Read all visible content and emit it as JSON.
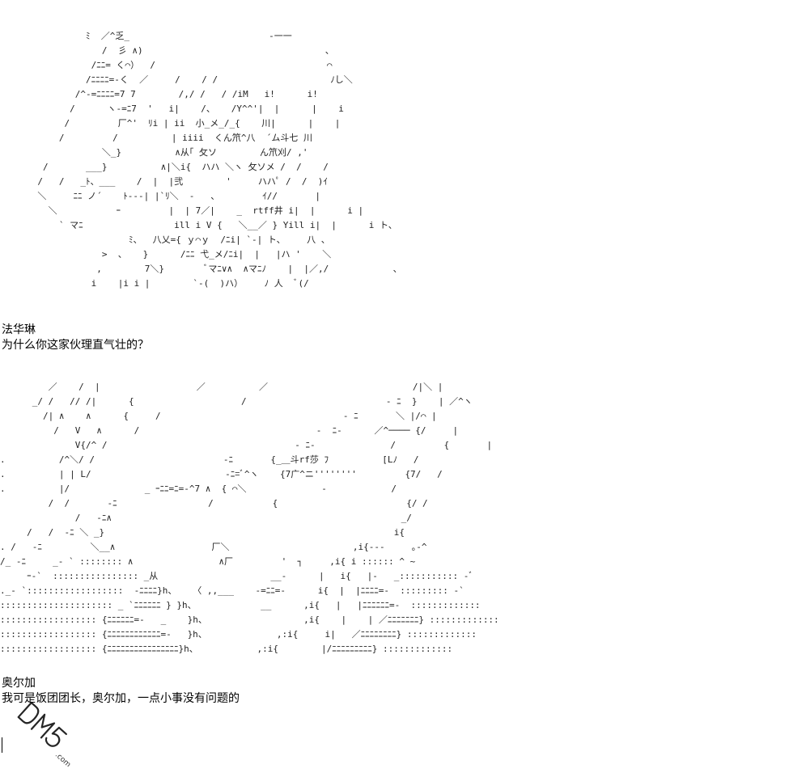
{
  "scene_1": {
    "art": "                ﾐ  ／^乏_                          -一一\n                   /  彡 ∧)                                  、\n                 /ﾆﾆ= く⌒）  /                                ⌒\n                /ﾆﾆﾆﾆ=-く  ／     /    / /                     ﾉし＼\n              /^-=ﾆﾆﾆﾆ=7 7        /,/ /   / /iM   i!      i!\n             /      ヽ-=ﾆ7  '   i|    /、   /Y^^'|  |      |    i\n            /         厂^'  ﾘi | ii  小_メ_/_{    川|      |    |\n           /         /          | iiii  くん笊^八  ´ム斗七 川\n                   ＼_}          ∧从｢ 攵ソ        ん笊刈/ ,'\n        /       ___}          ∧|＼i{  ハハ ＼ヽ 攵ソメ /  /    /\n       /   /   _ﾄ、___    /  |  |弐        '     ハハﾟ /  /  )ｲ\n       ＼     ﾆﾆ ノ´    ﾄ---| |`ﾘ＼  -   、        ｲ//       |\n         ＼           ｰ         |  | 7／|    _  rtff井 i|  |      i |\n           ` マﾆ                 ill i V {   ＼__／ } Yill i|  |      i ト、\n                        ﾐ、  八乂={ ｙ⌒ｙ  /ﾆi| `-| ト、    八 、\n                   >  、   }      /ﾆﾆ 弋_メ/ﾆi|  |   |ハ '    ＼\n                  ,        7＼}        ﾞマﾆ∨∧  ∧マﾆﾉ    |  |／,/            、\n                 i    |i i |        `-(  )ハ）    ﾉ 人  ﾞ(/",
    "speaker": "法华琳",
    "line": "为什么你这家伙理直气壮的？"
  },
  "scene_2": {
    "art": "         ／    /  |                  ／          ／                           /|＼ |\n      _/ /   // /|      {                    /                          - ﾆ  }    | ／^ヽ\n        /| ∧    ∧      {     /                                  - ﾆ       ＼ |/⌒ |\n          /   V   ∧      /                                 -  ﾆ-      ／^──── {/     |\n              V{/^ /                                   - ﾆ-              /         {       |\n.          /^＼/ /                        -ﾆ       {_＿斗rf莎 ﾌ          [Lﾉ   /\n.          | | L/                         -ﾆ=ﾞ^ヽ    {7广^ニ''''''''         {7/   /\n.          |/              _ ｰﾆﾆ=ﾆ=-^7 ∧  { ⌒＼              -            /\n         /  /       -ﾆ                 /           {                        {/ /\n              /   -ﾆ∧                                                      _/\n     /   /  -ﾆ ＼ _}                                                      i{\n. /   -ﾆ         ＼__∧                  厂＼                       ,i{---     ｡-^\n/_ -ﾆ     _- ` :::::::: ∧                ∧厂         '  ┐     ,i{ i :::::: ^ ~\n     ｰ-`  :::::::::::::::: _从                     __-      |   i{   |-   _::::::::::: -ﾞ\n._- `::::::::::::::::::  -ﾆﾆﾆﾆ}h、   〈 ,,___    -=ﾆﾆ=-      i{  |  |ﾆﾆﾆﾆ=-  ::::::::: -`\n::::::::::::::::::::: _ `ﾆﾆﾆﾆﾆﾆ } }h、            __      ,i{   |   |ﾆﾆﾆﾆﾆﾆ=-  :::::::::::::\n:::::::::::::::::: {ﾆﾆﾆﾆﾆﾆ=-   _    }h、                  ,i{    |    | ／ﾆﾆﾆﾆﾆﾆﾆ} :::::::::::::\n:::::::::::::::::: {ﾆﾆﾆﾆﾆﾆﾆﾆﾆﾆﾆﾆ=-   }h、             ,:i{     i|   ／ﾆﾆﾆﾆﾆﾆﾆﾆ} :::::::::::::\n:::::::::::::::::: {ﾆﾆﾆﾆﾆﾆﾆﾆﾆﾆﾆﾆﾆﾆﾆﾆ}h、           ,:i{        |/ﾆﾆﾆﾆﾆﾆﾆﾆﾆ} :::::::::::::",
    "speaker": "奥尔加",
    "line": "我可是饭团团长，奥尔加，一点小事没有问题的"
  },
  "watermark": {
    "text": "DM5",
    "suffix": ".com"
  }
}
